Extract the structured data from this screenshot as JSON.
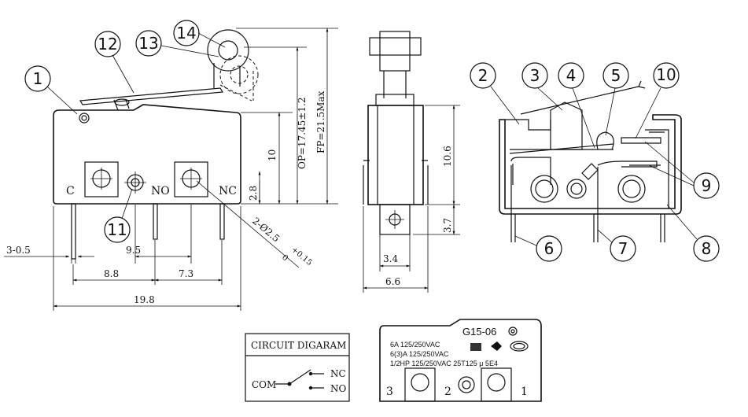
{
  "callouts": [
    "1",
    "2",
    "3",
    "4",
    "5",
    "6",
    "7",
    "8",
    "9",
    "10",
    "11",
    "12",
    "13",
    "14"
  ],
  "terminals": {
    "c": "C",
    "no": "NO",
    "nc": "NC"
  },
  "dims": {
    "d_10": "10",
    "d_op": "OP=17.45±1.2",
    "d_fp": "FP=21.5Max",
    "d_2_8": "2.8",
    "d_hole": "2-Ø2.5",
    "d_hole_tol": "+0.15",
    "d_hole_tol2": "0",
    "d_3_05": "3-0.5",
    "d_9_5": "9.5",
    "d_8_8": "8.8",
    "d_7_3": "7.3",
    "d_19_8": "19.8",
    "d_10_6": "10.6",
    "d_3_7": "3.7",
    "d_3_4": "3.4",
    "d_6_6": "6.6"
  },
  "circuit": {
    "title": "CIRCUIT DIGARAM",
    "com": "COM",
    "nc": "NC",
    "no": "NO"
  },
  "label": {
    "model": "G15-06",
    "line1": "6A 125/250VAC",
    "line2": "6(3)A 125/250VAC",
    "line3": "1/2HP 125/250VAC 25T125 μ 5E4",
    "pin3": "3",
    "pin2": "2",
    "pin1": "1"
  }
}
